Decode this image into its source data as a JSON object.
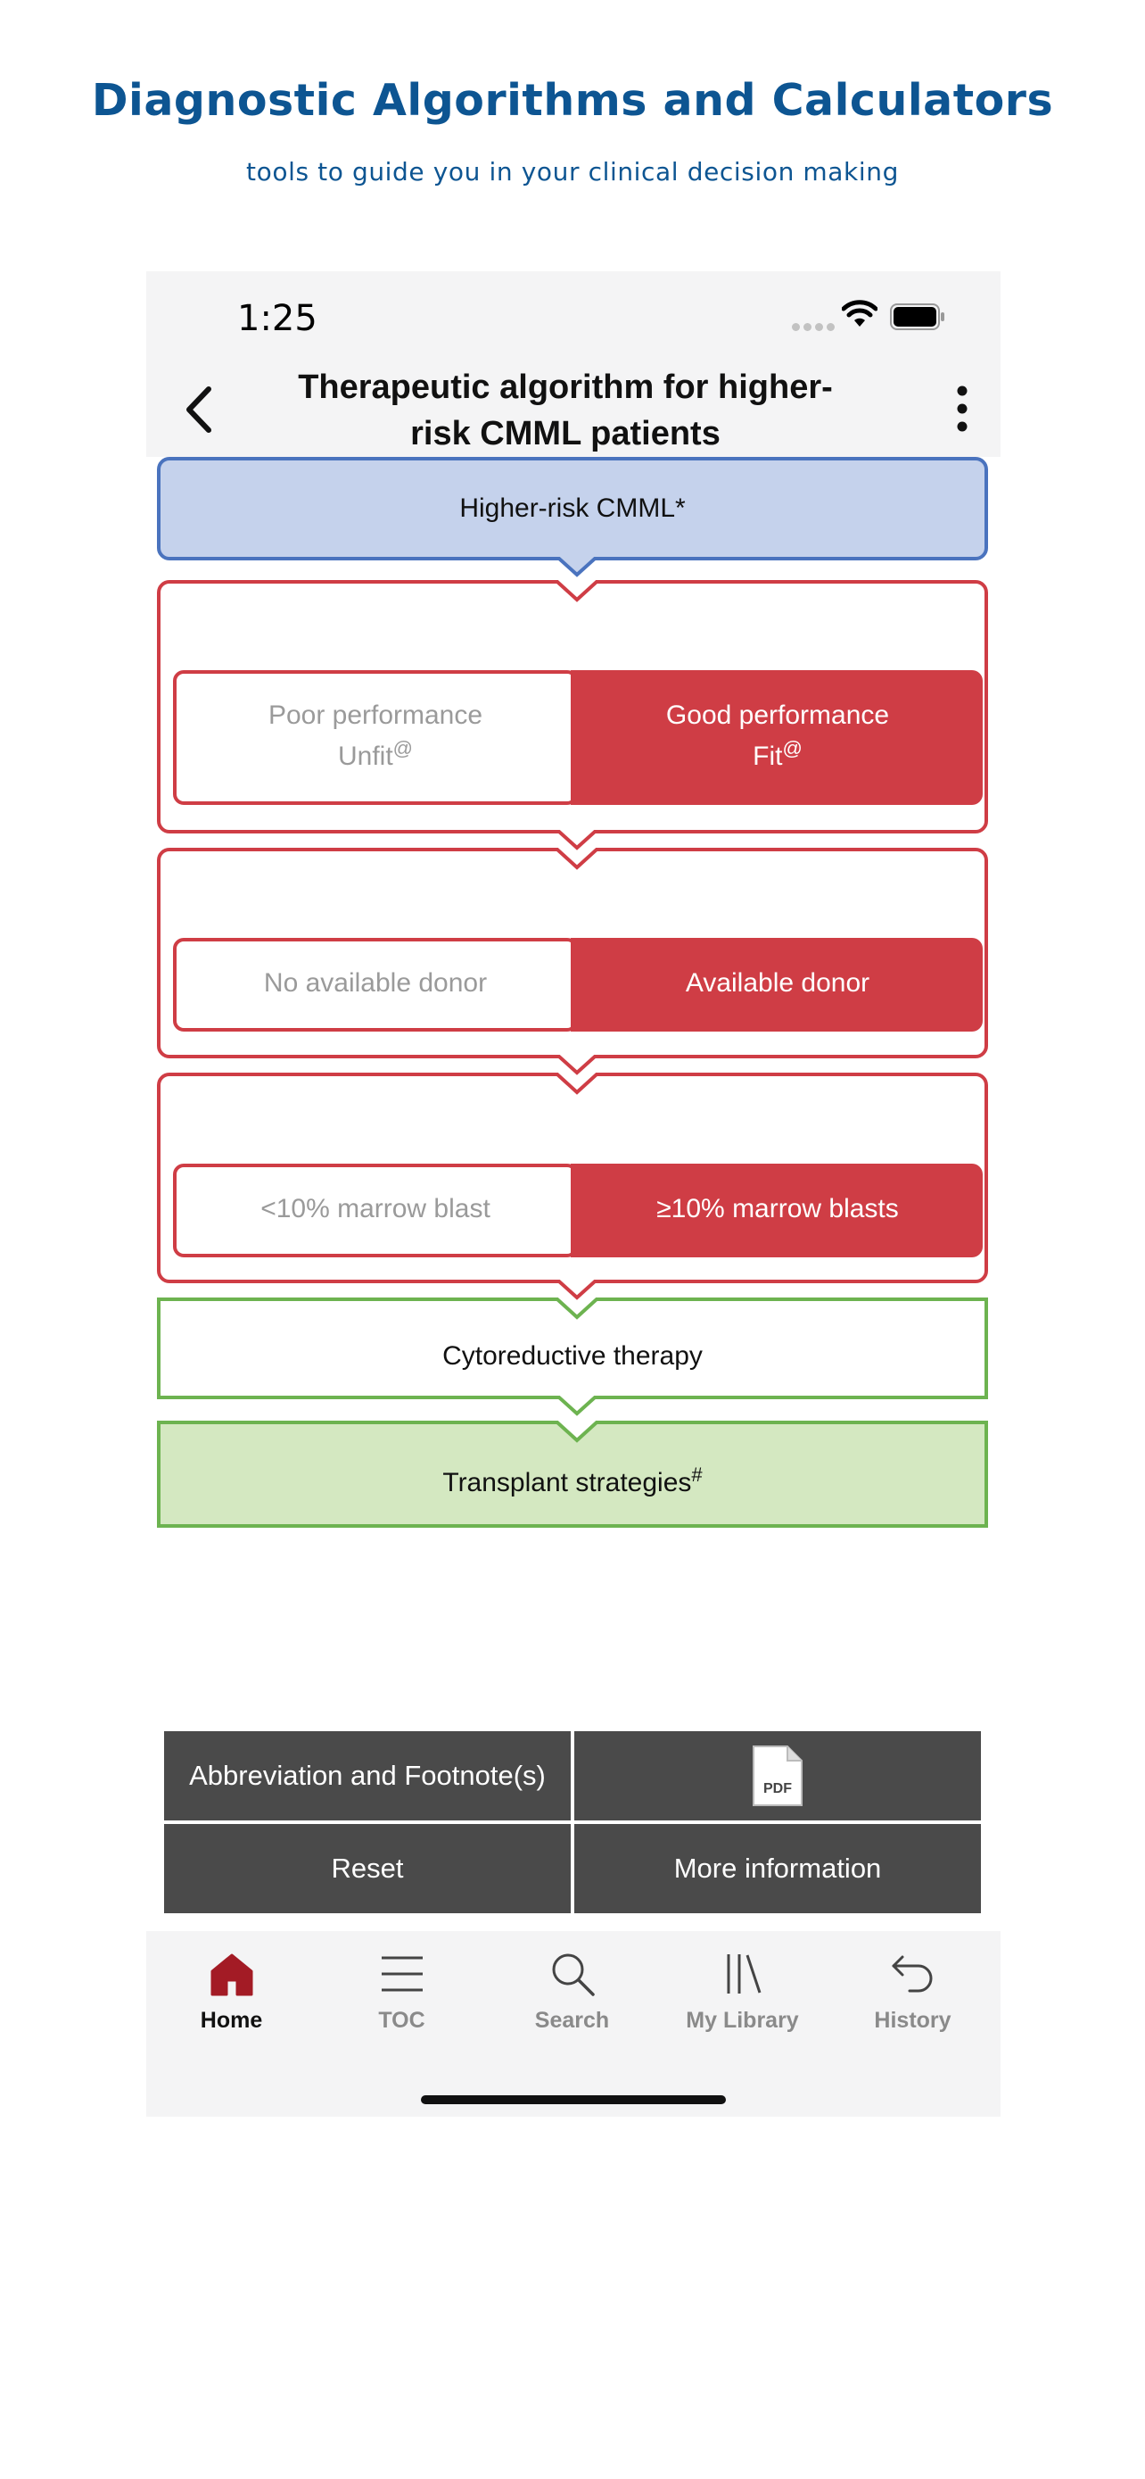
{
  "promo": {
    "title": "Diagnostic Algorithms and Calculators",
    "subtitle": "tools to guide you in your clinical decision making"
  },
  "status": {
    "time": "1:25",
    "icons": [
      "cellular-signal-icon",
      "wifi-icon",
      "battery-icon"
    ]
  },
  "nav": {
    "title_line1": "Therapeutic algorithm for higher-",
    "title_line2": "risk CMML patients",
    "back_icon": "chevron-left-icon",
    "menu_icon": "vertical-dots-icon"
  },
  "flow": {
    "start": "Higher-risk CMML*",
    "performance": {
      "left_line1": "Poor performance",
      "left_line2": "Unfit",
      "left_sup": "@",
      "right_line1": "Good performance",
      "right_line2": "Fit",
      "right_sup": "@",
      "selected": "right"
    },
    "donor": {
      "left": "No available donor",
      "right": "Available donor",
      "selected": "right"
    },
    "blasts": {
      "left": "<10% marrow blast",
      "right": "≥10% marrow blasts",
      "selected": "right"
    },
    "cytoreductive": "Cytoreductive therapy",
    "transplant": "Transplant strategies",
    "transplant_sup": "#"
  },
  "actions": {
    "abbrev": "Abbreviation and Footnote(s)",
    "pdf_icon_text": "PDF",
    "reset": "Reset",
    "more_info": "More information"
  },
  "tabs": [
    {
      "label": "Home",
      "icon": "home-icon",
      "active": true
    },
    {
      "label": "TOC",
      "icon": "menu-lines-icon",
      "active": false
    },
    {
      "label": "Search",
      "icon": "search-icon",
      "active": false
    },
    {
      "label": "My Library",
      "icon": "library-icon",
      "active": false
    },
    {
      "label": "History",
      "icon": "undo-arrow-icon",
      "active": false
    }
  ],
  "colors": {
    "promo_blue": "#0d5592",
    "start_fill": "#c5d2ec",
    "start_border": "#4a73be",
    "decision_red": "#cf3d45",
    "result_green": "#6db350",
    "result_green_fill": "#d4e8c1",
    "action_gray": "#4a4a4a",
    "home_active": "#a31b25"
  }
}
